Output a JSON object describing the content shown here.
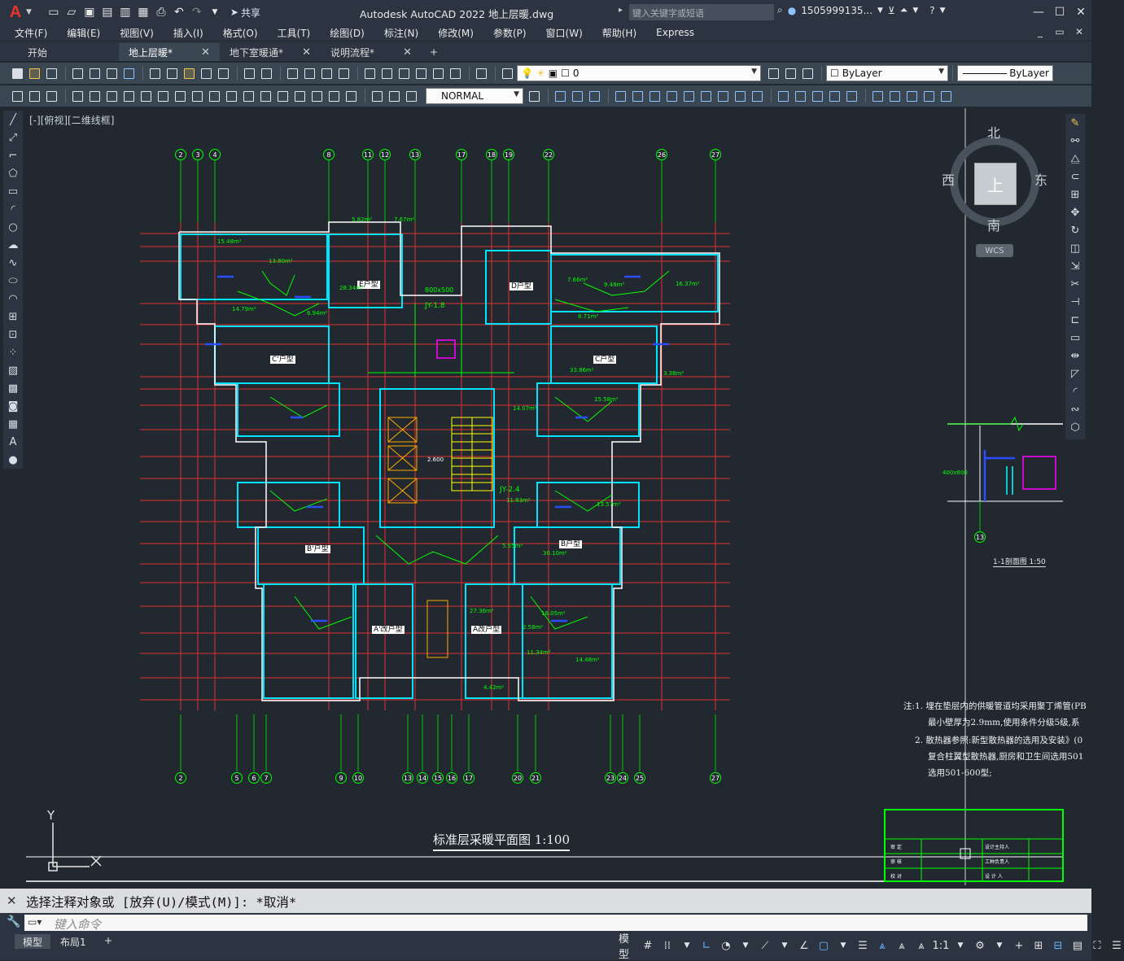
{
  "app": {
    "logo": "A",
    "title": "Autodesk AutoCAD 2022    地上层暖.dwg",
    "share_label": "共享",
    "search_placeholder": "键入关键字或短语",
    "user": "1505999135...",
    "window_controls": [
      "—",
      "☐",
      "✕"
    ]
  },
  "menu": {
    "items": [
      "文件(F)",
      "编辑(E)",
      "视图(V)",
      "插入(I)",
      "格式(O)",
      "工具(T)",
      "绘图(D)",
      "标注(N)",
      "修改(M)",
      "参数(P)",
      "窗口(W)",
      "帮助(H)",
      "Express"
    ],
    "doc_controls": [
      "_",
      "▭",
      "✕"
    ]
  },
  "tabs": [
    {
      "label": "开始",
      "active": false,
      "closable": false
    },
    {
      "label": "地上层暖*",
      "active": true,
      "closable": true
    },
    {
      "label": "地下室暖通*",
      "active": false,
      "closable": true
    },
    {
      "label": "说明流程*",
      "active": false,
      "closable": true
    }
  ],
  "ribbon": {
    "layer_value": "0",
    "color_value": "ByLayer",
    "linetype_value": "ByLayer",
    "textstyle_value": "NORMAL"
  },
  "canvas": {
    "view_label": "[-][俯视][二维线框]",
    "plan_title": "标准层采暖平面图   1:100",
    "section_title": "1-1剖面图   1:50",
    "ucs_y": "Y",
    "notes": [
      "注:1. 埋在垫层内的供暖管道均采用聚丁烯管(PB",
      "最小壁厚为2.9mm,使用条件分级5级,系",
      "2. 散热器参照:新型散热器的选用及安装》(0",
      "复合柱翼型散热器,厨房和卫生间选用501",
      "选用501-600型;"
    ],
    "axis_labels_top": [
      "2",
      "3",
      "4",
      "8",
      "11",
      "12",
      "13",
      "17",
      "18",
      "19",
      "22",
      "26",
      "27"
    ],
    "axis_labels_bottom": [
      "2",
      "5",
      "6",
      "7",
      "9",
      "10",
      "13",
      "14",
      "15",
      "16",
      "17",
      "20",
      "21",
      "23",
      "24",
      "25",
      "27"
    ],
    "section_axis": "13",
    "rooms": [
      {
        "name": "E户型"
      },
      {
        "name": "D户型"
      },
      {
        "name": "C'户型"
      },
      {
        "name": "C户型"
      },
      {
        "name": "B'户型"
      },
      {
        "name": "B户型"
      },
      {
        "name": "A'改户型"
      },
      {
        "name": "A改户型"
      }
    ],
    "areas": [
      "15.48m²",
      "13.80m²",
      "28.34m²",
      "14.79m²",
      "6.94m²",
      "7.67m²",
      "5.82m²",
      "7.66m²",
      "9.48m²",
      "16.37m²",
      "8.71m²",
      "33.86m²",
      "15.58m²",
      "14.07m²",
      "11.83m²",
      "13.57m²",
      "30.10m²",
      "27.36m²",
      "18.05m²",
      "14.48m²",
      "11.34m²",
      "5.55m²",
      "4.42m²",
      "3.38m²",
      "2.58m²"
    ],
    "labels_green": [
      "800x500",
      "JY-1.8",
      "JY-2.4",
      "2.600"
    ],
    "section_dim": "400x800",
    "viewcube": {
      "north": "北",
      "south": "南",
      "west": "西",
      "east": "东",
      "top": "上",
      "wcs": "WCS"
    },
    "titleblock": [
      "审  定",
      "审  核",
      "校  对",
      "设计主持人",
      "工种负责人",
      "设  计  人"
    ]
  },
  "command": {
    "history": "选择注释对象或 [放弃(U)/模式(M)]: *取消*",
    "placeholder": "键入命令"
  },
  "layout_tabs": [
    "模型",
    "布局1",
    "+"
  ],
  "status": {
    "model_label": "模型",
    "scale": "1:1"
  },
  "colors": {
    "background": "#212830",
    "grid_red": "#e03030",
    "wall_cyan": "#00e5ff",
    "green": "#00ff00",
    "magenta": "#ff00ff",
    "blue": "#2a4dff",
    "white": "#ffffff"
  }
}
